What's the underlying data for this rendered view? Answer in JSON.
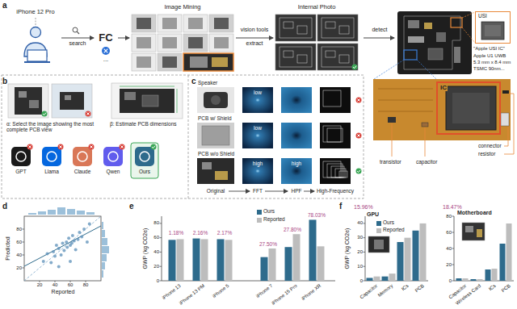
{
  "diagram": {
    "nodes": [
      {
        "text": [
          "iPhone 12 Pro"
        ]
      },
      {
        "text": [
          "FC"
        ]
      },
      {
        "text": [
          "Image Mining"
        ]
      },
      {
        "text": [
          "Internal Photo"
        ]
      },
      {
        "text": [
          "USI"
        ]
      },
      {
        "text": [
          "IC"
        ]
      }
    ],
    "edges": [
      {
        "from": 0,
        "to": 1,
        "arrow": "to",
        "label": "search"
      },
      {
        "from": 1,
        "to": 2,
        "arrow": "to"
      },
      {
        "from": 2,
        "to": 3,
        "arrow": "to",
        "label": "extract"
      }
    ],
    "labels": [
      "a",
      "...",
      "vision tools",
      "detect",
      "\"Apple USI IC\"",
      "Apple U1 UWB",
      "5.3 mm x 8.4 mm",
      "TSMC 90nm...",
      "connector",
      "resistor",
      "transistor",
      "capacitor",
      "b",
      "α: Select the image showing the most complete PCB view",
      "β: Estimate PCB dimensions",
      "GPT",
      "Llama",
      "Claude",
      "Qwen",
      "Ours",
      "c",
      "Speaker",
      "PCB w/ Shield",
      "PCB w/o Shield",
      "low",
      "low",
      "high",
      "high",
      "Original",
      "FFT",
      "HPF",
      "High-Frequency",
      "d",
      "Predicted",
      "Reported",
      "20",
      "40",
      "60",
      "80",
      "20",
      "40",
      "60",
      "80",
      "e",
      "GWP (kg CO2e)",
      "1.18%",
      "2.16%",
      "2.17%",
      "27.50%",
      "27.80%",
      "78.03%",
      "0",
      "20",
      "40",
      "60",
      "80",
      "iPhone 13",
      "iPhone 13 PM",
      "iPhone 5",
      "iPhone 7",
      "iPhone 15 Pro",
      "iPhone XR",
      "f",
      "GWP (kg CO2e)",
      "15.96%",
      "GPU",
      "0",
      "10",
      "20",
      "30",
      "40",
      "Capacitor",
      "Memory",
      "ICs",
      "PCB",
      "18.47%",
      "Motherboard",
      "0",
      "20",
      "40",
      "60",
      "80",
      "Capacitor",
      "Wireless Card",
      "ICs",
      "PCB"
    ],
    "legend": [
      {
        "text": "Ours",
        "color": "#2e6b8c"
      },
      {
        "text": "Reported",
        "color": "#bdbdbd"
      },
      {
        "text": "Ours",
        "color": "#2e6b8c"
      },
      {
        "text": "Reported",
        "color": "#bdbdbd"
      }
    ]
  }
}
